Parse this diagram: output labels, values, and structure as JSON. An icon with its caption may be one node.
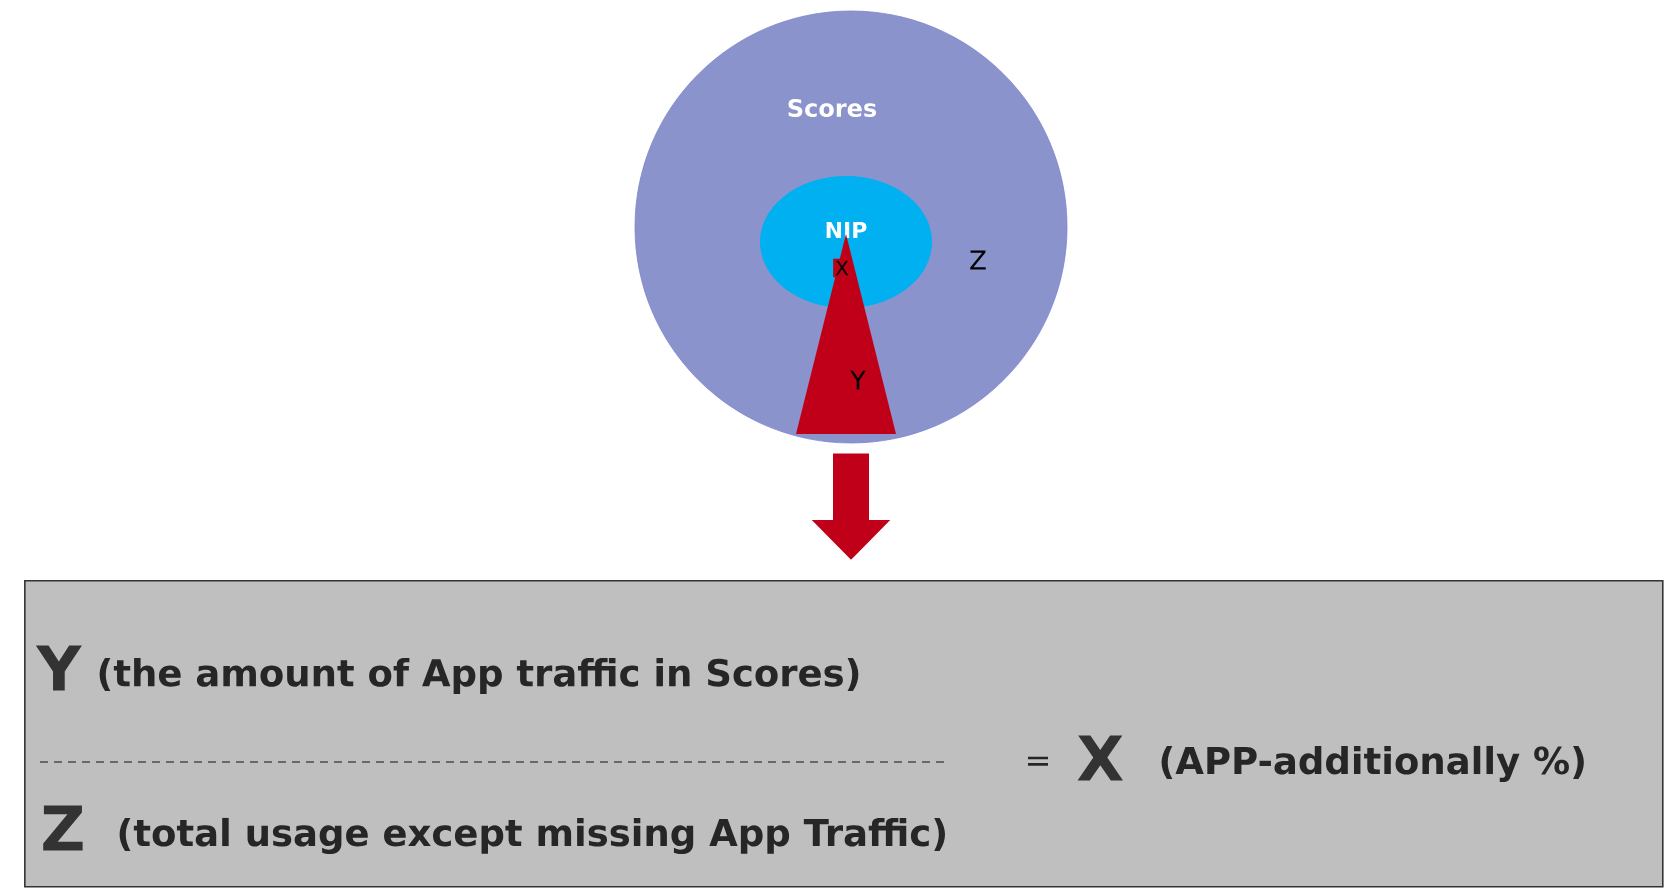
{
  "diagram": {
    "nodes": [
      {
        "text": [
          "Scores",
          "Z"
        ]
      },
      {
        "text": [
          "NIP"
        ],
        "in": 0
      },
      {
        "text": [
          "X",
          "Y"
        ],
        "in": 0
      },
      {
        "text": [
          "Y",
          "(the amount of App traffic in Scores)",
          "=",
          "X",
          "(APP-additionally %)",
          "Z",
          "(total usage except missing App Traffic)"
        ]
      }
    ],
    "edges": [
      {
        "from": 0,
        "to": 3,
        "arrow": "to",
        "color": "#c00018"
      }
    ]
  }
}
